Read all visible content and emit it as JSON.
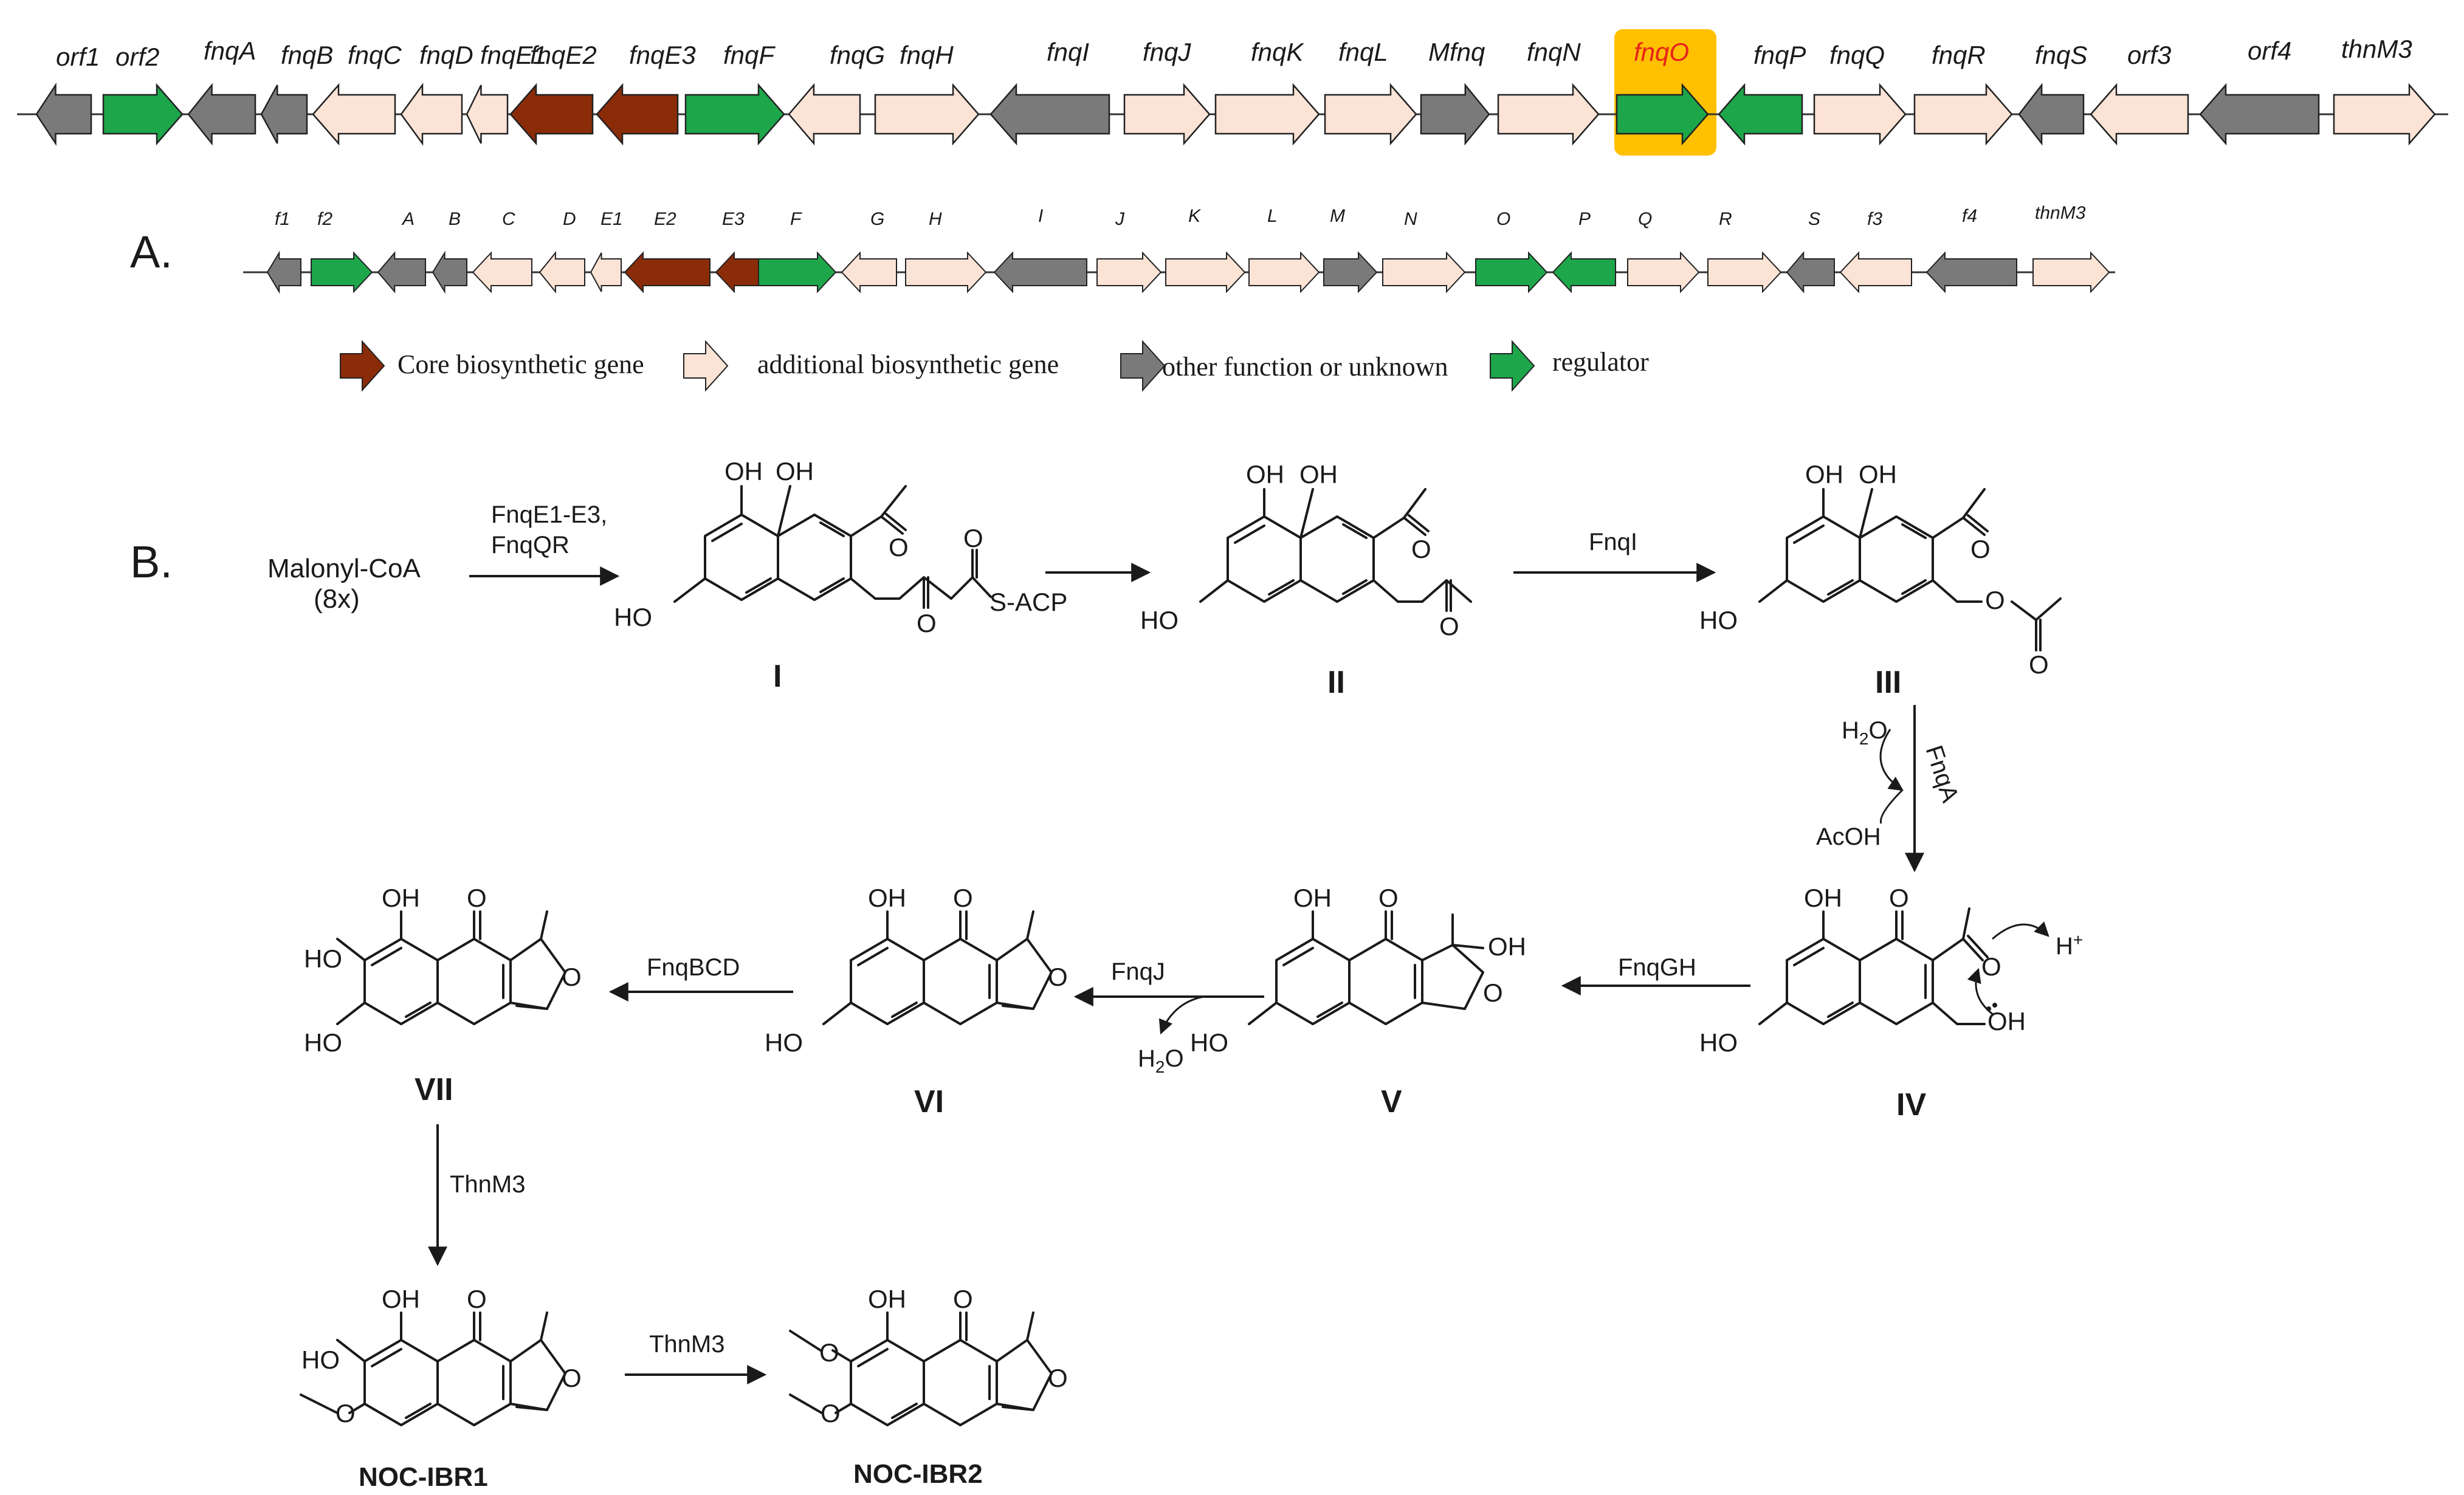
{
  "cluster_full": {
    "genes": [
      {
        "label": "orf1",
        "dir": "L",
        "color": "gray"
      },
      {
        "label": "orf2",
        "dir": "R",
        "color": "green"
      },
      {
        "label": "fnqA",
        "dir": "L",
        "color": "gray"
      },
      {
        "label": "fnqB",
        "dir": "L",
        "color": "gray"
      },
      {
        "label": "fnqC",
        "dir": "L",
        "color": "peach"
      },
      {
        "label": "fnqD",
        "dir": "L",
        "color": "peach"
      },
      {
        "label": "fnqE1",
        "dir": "L",
        "color": "peach"
      },
      {
        "label": "fnqE2",
        "dir": "L",
        "color": "brown"
      },
      {
        "label": "fnqE3",
        "dir": "L",
        "color": "brown"
      },
      {
        "label": "fnqF",
        "dir": "R",
        "color": "green"
      },
      {
        "label": "fnqG",
        "dir": "L",
        "color": "peach"
      },
      {
        "label": "fnqH",
        "dir": "R",
        "color": "peach"
      },
      {
        "label": "fnqI",
        "dir": "L",
        "color": "gray"
      },
      {
        "label": "fnqJ",
        "dir": "R",
        "color": "peach"
      },
      {
        "label": "fnqK",
        "dir": "R",
        "color": "peach"
      },
      {
        "label": "fnqL",
        "dir": "R",
        "color": "peach"
      },
      {
        "label": "Mfnq",
        "dir": "R",
        "color": "gray"
      },
      {
        "label": "fnqN",
        "dir": "R",
        "color": "peach"
      },
      {
        "label": "fnqO",
        "dir": "R",
        "color": "green",
        "highlight": true
      },
      {
        "label": "fnqP",
        "dir": "L",
        "color": "green"
      },
      {
        "label": "fnqQ",
        "dir": "R",
        "color": "peach"
      },
      {
        "label": "fnqR",
        "dir": "R",
        "color": "peach"
      },
      {
        "label": "fnqS",
        "dir": "L",
        "color": "gray"
      },
      {
        "label": "orf3",
        "dir": "L",
        "color": "peach"
      },
      {
        "label": "orf4",
        "dir": "L",
        "color": "gray"
      },
      {
        "label": "thnM3",
        "dir": "R",
        "color": "peach"
      }
    ]
  },
  "panel_a": {
    "label": "A.",
    "genes": [
      "f1",
      "f2",
      "A",
      "B",
      "C",
      "D",
      "E1",
      "E2",
      "E3",
      "F",
      "G",
      "H",
      "I",
      "J",
      "K",
      "L",
      "M",
      "N",
      "O",
      "P",
      "Q",
      "R",
      "S",
      "f3",
      "f4",
      "thnM3"
    ],
    "legend": [
      {
        "color": "brown",
        "text": "Core biosynthetic gene"
      },
      {
        "color": "peach",
        "text": "additional biosynthetic gene"
      },
      {
        "color": "gray",
        "text": "other function or unknown"
      },
      {
        "color": "green",
        "text": "regulator"
      }
    ]
  },
  "panel_b": {
    "label": "B.",
    "start_line1": "Malonyl-CoA",
    "start_line2": "(8x)",
    "enz_1a": "FnqE1-E3,",
    "enz_1b": "FnqQR",
    "enz_2": "FnqI",
    "enz_3": "FnqA",
    "h2o_in": "H2O",
    "acoh": "AcOH",
    "enz_4": "FnqGH",
    "enz_5": "FnqJ",
    "h2o_out": "H2O",
    "enz_6": "FnqBCD",
    "enz_7": "ThnM3",
    "enz_8": "ThnM3",
    "hplus": "H+",
    "compounds": [
      "I",
      "II",
      "III",
      "IV",
      "V",
      "VI",
      "VII",
      "NOC-IBR1",
      "NOC-IBR2"
    ],
    "atoms": {
      "oh": "OH",
      "ho": "HO",
      "o": "O",
      "sacp": "S-ACP"
    }
  },
  "colors": {
    "gray": "#7a7a7a",
    "green": "#1ea64b",
    "peach": "#fbe3d6",
    "brown": "#8b2c08",
    "highlight": "#ffc000",
    "highlight_text": "#e8211b"
  }
}
